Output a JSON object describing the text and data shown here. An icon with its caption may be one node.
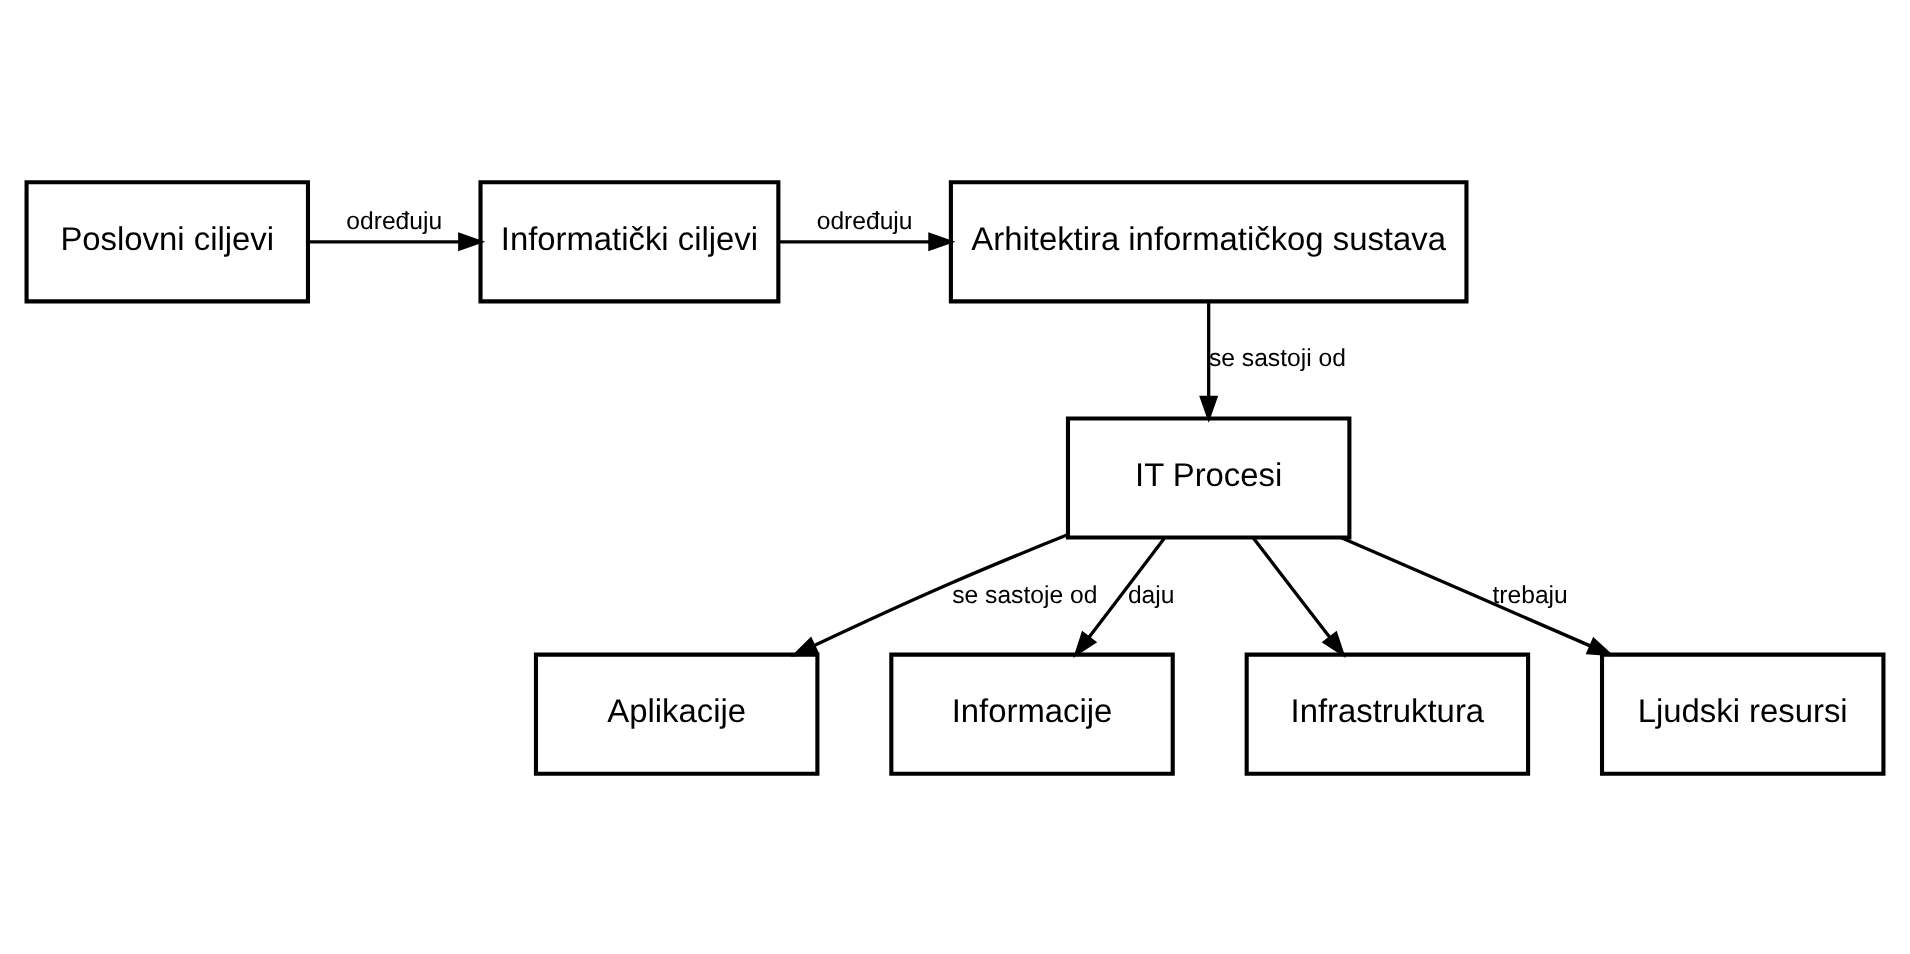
{
  "diagram": {
    "nodes": [
      {
        "text": [
          "Poslovni ciljevi"
        ]
      },
      {
        "text": [
          "Informatički ciljevi"
        ]
      },
      {
        "text": [
          "Arhitektira informatičkog sustava"
        ]
      },
      {
        "text": [
          "IT Procesi"
        ]
      },
      {
        "text": [
          "Aplikacije"
        ]
      },
      {
        "text": [
          "Informacije"
        ]
      },
      {
        "text": [
          "Infrastruktura"
        ]
      },
      {
        "text": [
          "Ljudski resursi"
        ]
      }
    ],
    "edges": [
      {
        "from": 0,
        "to": 1,
        "arrow": "to",
        "label": "određuju"
      },
      {
        "from": 1,
        "to": 2,
        "arrow": "to",
        "label": "određuju"
      },
      {
        "from": 2,
        "to": 3,
        "arrow": "to",
        "label": "se sastoji od"
      },
      {
        "from": 3,
        "to": 4,
        "arrow": "to",
        "label": "se sastoje od"
      },
      {
        "from": 3,
        "to": 6,
        "arrow": "to"
      },
      {
        "from": 3,
        "to": 7,
        "arrow": "to",
        "label": "trebaju"
      },
      {
        "from": 3,
        "to": 5,
        "arrow": "to",
        "label": "daju"
      }
    ]
  }
}
